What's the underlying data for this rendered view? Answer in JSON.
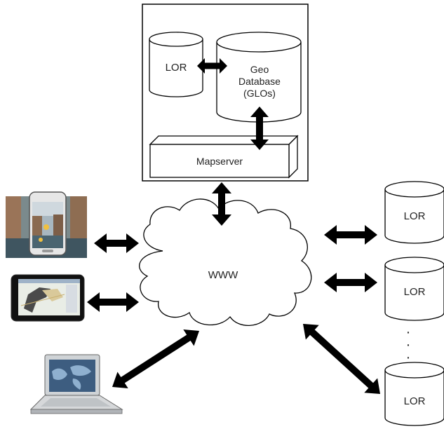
{
  "server_box": {
    "lor_label": "LOR",
    "geo_db_label_line1": "Geo",
    "geo_db_label_line2": "Database",
    "geo_db_label_line3": "(GLOs)",
    "mapserver_label": "Mapserver"
  },
  "network": {
    "www_label": "WWW"
  },
  "repositories": {
    "lor_1_label": "LOR",
    "lor_2_label": "LOR",
    "lor_3_label": "LOR",
    "ellipsis_dots": [
      "·",
      "·",
      "·"
    ]
  },
  "clients": {
    "items": [
      {
        "icon": "smartphone-icon"
      },
      {
        "icon": "tablet-icon"
      },
      {
        "icon": "laptop-icon"
      }
    ]
  },
  "colors": {
    "stroke": "#000000",
    "arrow": "#000000",
    "fill": "#ffffff"
  }
}
